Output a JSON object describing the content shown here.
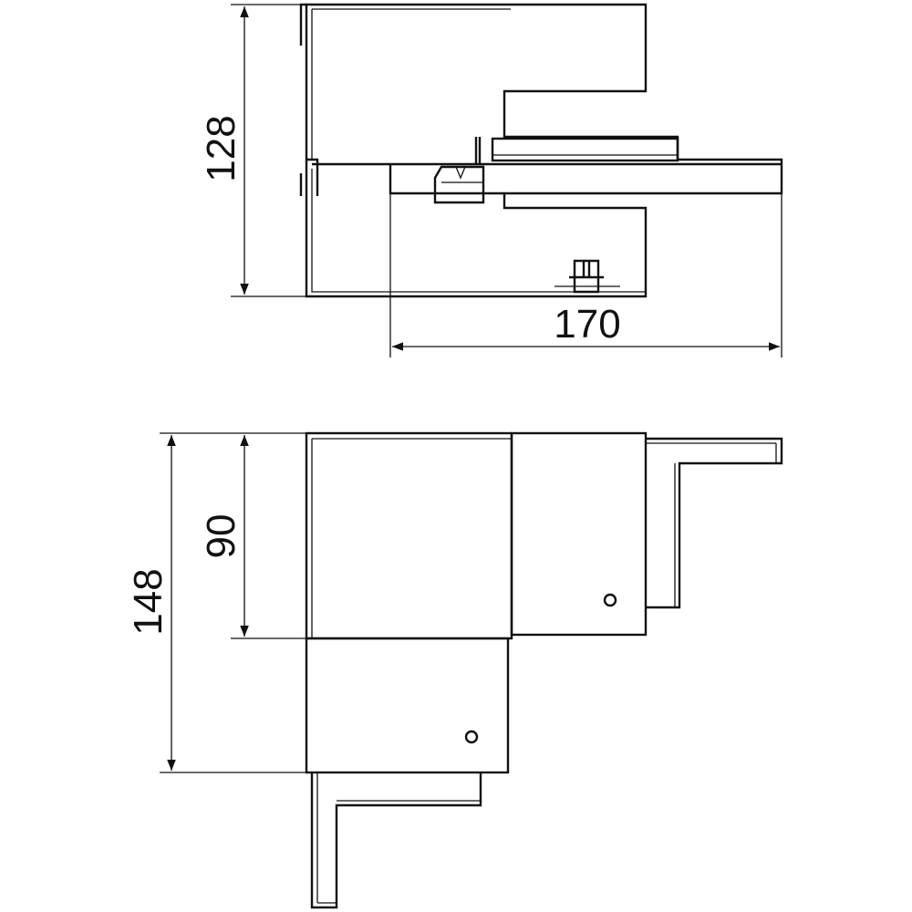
{
  "dimensions": {
    "top_height": "128",
    "top_width": "170",
    "bottom_inner": "90",
    "bottom_total": "148"
  },
  "colors": {
    "line": "#111111",
    "background": "#ffffff"
  }
}
